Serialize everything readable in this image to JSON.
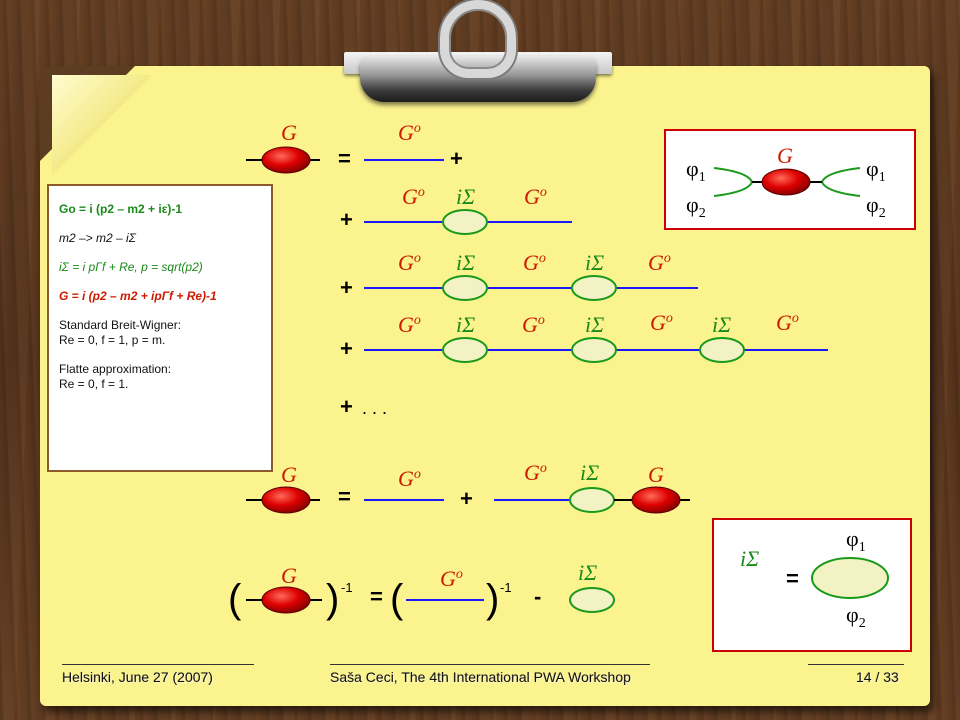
{
  "slide": {
    "footer_left": "Helsinki, June 27 (2007)",
    "footer_center": "Saša Ceci, The 4th International PWA Workshop",
    "footer_right": "14 / 33"
  },
  "symbols": {
    "G": "G",
    "G0": "G",
    "G0_sup": "o",
    "isigma": "iΣ",
    "phi1": "φ1",
    "phi2": "φ2",
    "equals": "=",
    "plus": "+",
    "minus": "-",
    "ellipsis": ". . .",
    "inv": "-1",
    "paren_open": "(",
    "paren_close": ")"
  },
  "infobox": {
    "l1": "Go = i (p2 – m2 + iε)-1",
    "l2": "m2 –> m2 – iΣ",
    "l3": "iΣ = i pΓf + Re, p = sqrt(p2)",
    "l4": "G = i (p2 – m2 + ipΓf + Re)-1",
    "l5": "Standard Breit-Wigner:",
    "l6": "Re = 0, f = 1, p = m.",
    "l7": "Flatte approximation:",
    "l8": "Re = 0, f = 1."
  },
  "colors": {
    "G_label": "#cc1b00",
    "G0_label": "#cc1b00",
    "isigma_label": "#1a8a1a",
    "propagator_line": "#1a1aff",
    "blob_fill": "#dd0000",
    "loop_fill": "#f2f2c4",
    "loop_stroke": "#1a9a1a",
    "box_border": "#cc0000"
  }
}
